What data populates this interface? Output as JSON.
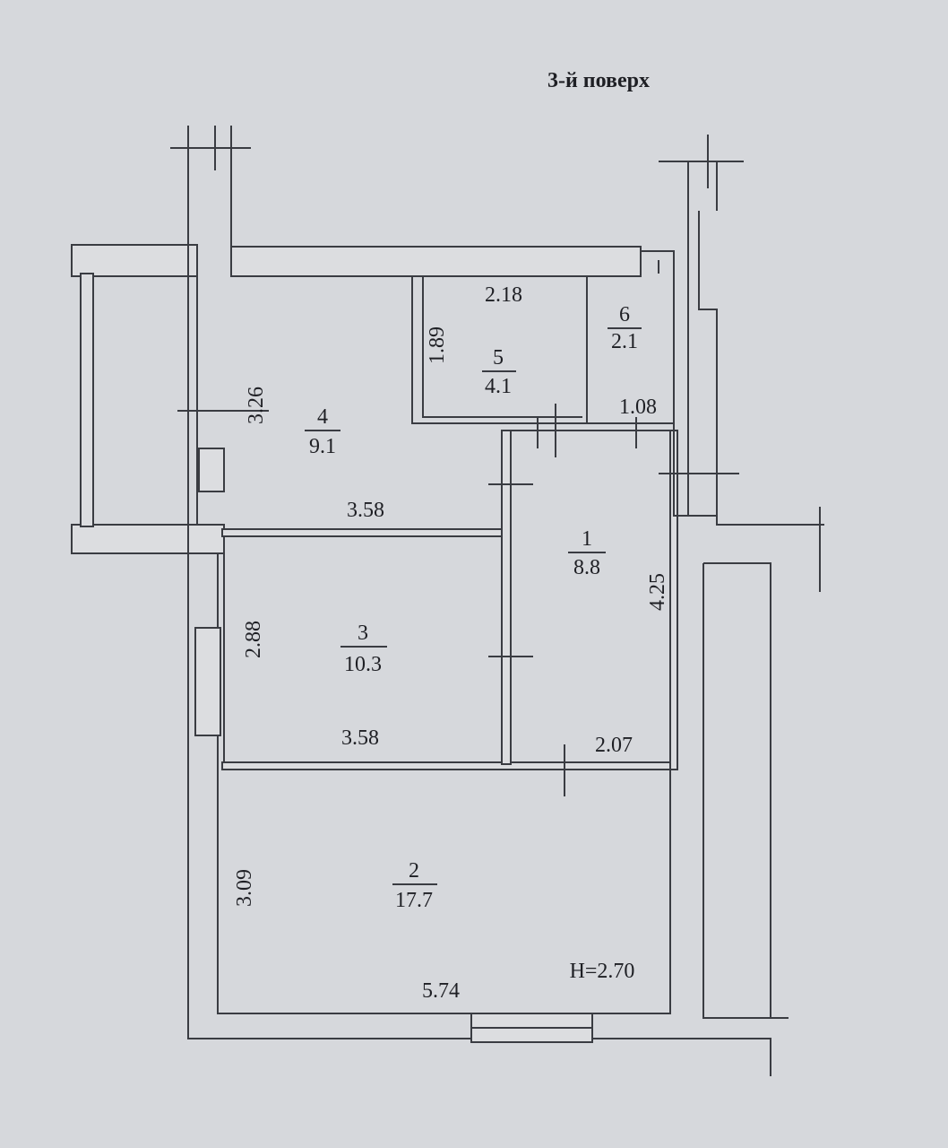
{
  "title": "3-й поверх",
  "height_label": "H=2.70",
  "rooms": [
    {
      "number": "1",
      "area": "8.8",
      "dims": [
        "4.25"
      ]
    },
    {
      "number": "2",
      "area": "17.7",
      "dims": [
        "3.09",
        "5.74"
      ]
    },
    {
      "number": "3",
      "area": "10.3",
      "dims": [
        "2.88",
        "3.58"
      ]
    },
    {
      "number": "4",
      "area": "9.1",
      "dims": [
        "3.26",
        "3.58"
      ]
    },
    {
      "number": "5",
      "area": "4.1",
      "dims": [
        "2.18",
        "1.89"
      ]
    },
    {
      "number": "6",
      "area": "2.1",
      "dims": [
        "1.08"
      ]
    }
  ],
  "extra_dims": {
    "corridor_width": "2.07"
  }
}
